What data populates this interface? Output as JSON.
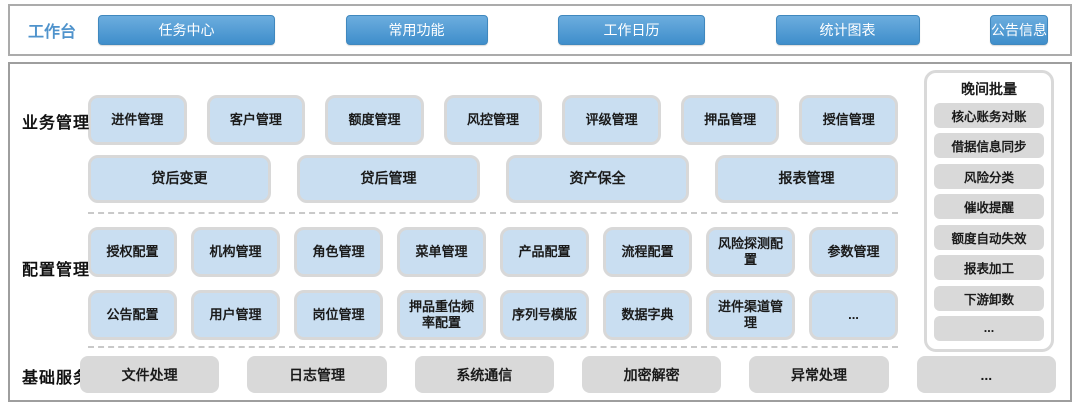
{
  "workbench": {
    "label": "工作台",
    "buttons": [
      "任务中心",
      "常用功能",
      "工作日历",
      "统计图表",
      "公告信息"
    ]
  },
  "sections": {
    "business": {
      "label": "业务管理",
      "row1": [
        "进件管理",
        "客户管理",
        "额度管理",
        "风控管理",
        "评级管理",
        "押品管理",
        "授信管理"
      ],
      "row2": [
        "贷后变更",
        "贷后管理",
        "资产保全",
        "报表管理"
      ]
    },
    "config": {
      "label": "配置管理",
      "row1": [
        "授权配置",
        "机构管理",
        "角色管理",
        "菜单管理",
        "产品配置",
        "流程配置",
        "风险探测配置",
        "参数管理"
      ],
      "row2": [
        "公告配置",
        "用户管理",
        "岗位管理",
        "押品重估频率配置",
        "序列号模版",
        "数据字典",
        "进件渠道管理",
        "..."
      ]
    },
    "base": {
      "label": "基础服务",
      "items": [
        "文件处理",
        "日志管理",
        "系统通信",
        "加密解密",
        "异常处理",
        "..."
      ]
    }
  },
  "night_batch": {
    "title": "晚间批量",
    "items": [
      "核心账务对账",
      "借据信息同步",
      "风险分类",
      "催收提醒",
      "额度自动失效",
      "报表加工",
      "下游卸数",
      "..."
    ]
  },
  "colors": {
    "button_blue": "#4f93cc",
    "module_blue_fill": "#c9def1",
    "module_border_gray": "#d8d8d8",
    "service_gray": "#d9d9d9"
  }
}
